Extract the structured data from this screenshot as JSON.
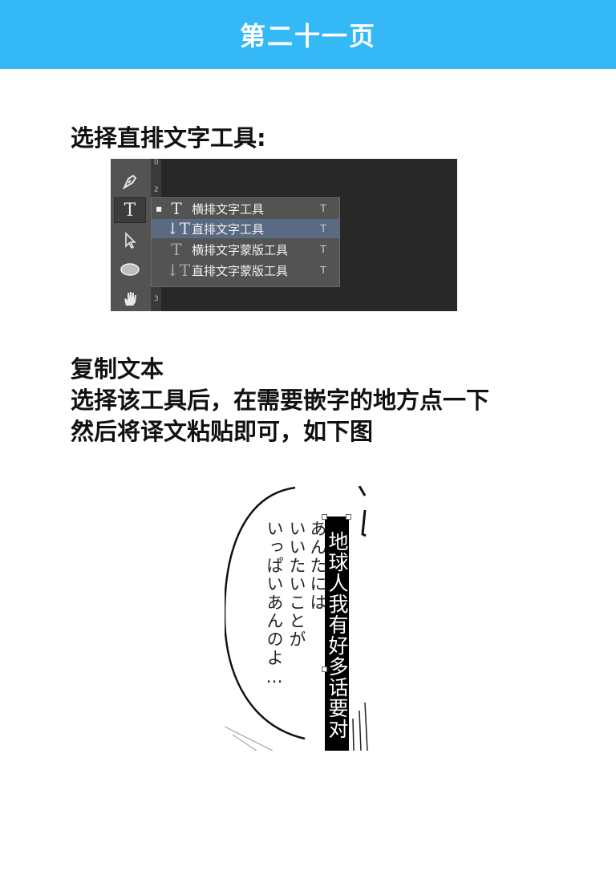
{
  "header": {
    "title": "第二十一页",
    "color": "#35b8f6"
  },
  "step1": {
    "text": "选择直排文字工具:"
  },
  "photoshop": {
    "toolbar_icons": [
      "pen-icon",
      "type-tool-icon",
      "path-selection-icon",
      "ellipse-icon",
      "hand-icon"
    ],
    "ruler_marks": [
      "0",
      "2",
      "3"
    ],
    "menu_items": [
      {
        "icon": "T",
        "label": "横排文字工具",
        "shortcut": "T",
        "active_marker": "■"
      },
      {
        "icon": "↓T",
        "label": "直排文字工具",
        "shortcut": "T",
        "active_marker": ""
      },
      {
        "icon": "T",
        "label": "横排文字蒙版工具",
        "shortcut": "T",
        "active_marker": ""
      },
      {
        "icon": "↓T",
        "label": "直排文字蒙版工具",
        "shortcut": "T",
        "active_marker": ""
      }
    ]
  },
  "step2": {
    "line1": "复制文本",
    "line2": "选择该工具后，在需要嵌字的地方点一下",
    "line3": "然后将译文粘贴即可，如下图"
  },
  "manga": {
    "jp_col1": "あんたには",
    "jp_col2": "いいたいことが",
    "jp_col3": "いっぱいあんのよ…",
    "translation": "地球人我有好多话要对"
  }
}
